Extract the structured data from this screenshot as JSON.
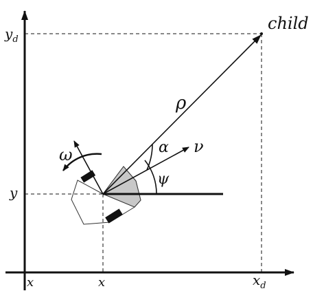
{
  "labels": {
    "y_d": "y",
    "y_d_sub": "d",
    "y": "y",
    "x_origin": "x",
    "x": "x",
    "x_d": "x",
    "x_d_sub": "d",
    "child": "child",
    "rho": "ρ",
    "alpha": "α",
    "nu": "ν",
    "psi": "ψ",
    "omega": "ω"
  }
}
